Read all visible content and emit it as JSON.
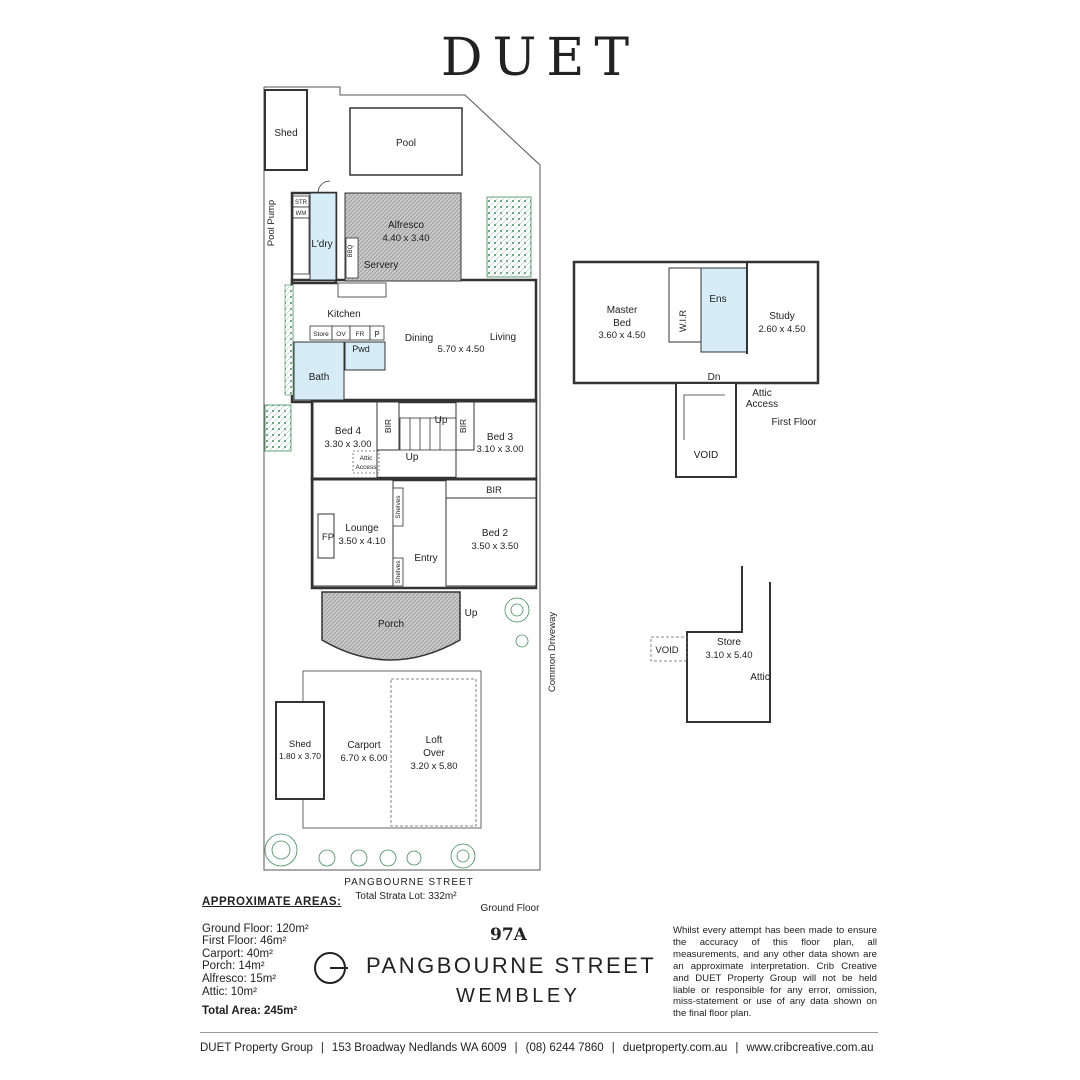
{
  "brand": {
    "logo_text": "DUET"
  },
  "plan": {
    "rooms": {
      "shed_rear": "Shed",
      "pool": "Pool",
      "pool_pump": "Pool Pump",
      "laundry": "L'dry",
      "str": "STR",
      "wm": "WM",
      "bbq": "BBQ",
      "alfresco_name": "Alfresco",
      "alfresco_dim": "4.40 x 3.40",
      "servery": "Servery",
      "kitchen": "Kitchen",
      "store": "Store",
      "ov": "OV",
      "fr": "FR",
      "p": "P",
      "pwd": "Pwd",
      "bath": "Bath",
      "dining": "Dining",
      "living": "Living",
      "dining_dim": "5.70 x 4.50",
      "bed4_name": "Bed 4",
      "bed4_dim": "3.30 x 3.00",
      "bir": "BIR",
      "up": "Up",
      "attic_access_small": "Attic Access",
      "bed3_name": "Bed 3",
      "bed3_dim": "3.10 x 3.00",
      "lounge_name": "Lounge",
      "lounge_dim": "3.50 x 4.10",
      "fp": "FP",
      "shelves": "Shelves",
      "entry": "Entry",
      "bed2_name": "Bed 2",
      "bed2_dim": "3.50 x 3.50",
      "porch": "Porch",
      "common_driveway": "Common Driveway",
      "shed_front_name": "Shed",
      "shed_front_dim": "1.80 x 3.70",
      "carport_name": "Carport",
      "carport_dim": "6.70 x 6.00",
      "loft_name_1": "Loft",
      "loft_name_2": "Over",
      "loft_dim": "3.20 x 5.80",
      "street_label": "PANGBOURNE STREET",
      "strata_lot": "Total Strata Lot: 332m²",
      "ground_floor": "Ground Floor",
      "master_name_1": "Master",
      "master_name_2": "Bed",
      "master_dim": "3.60 x 4.50",
      "wir": "W.I.R",
      "ens": "Ens",
      "study_name": "Study",
      "study_dim": "2.60 x 4.50",
      "dn": "Dn",
      "attic_access_1": "Attic",
      "attic_access_2": "Access",
      "first_floor": "First Floor",
      "void": "VOID",
      "store_name": "Store",
      "store_dim": "3.10 x 5.40",
      "attic": "Attic"
    }
  },
  "areas": {
    "heading": "APPROXIMATE AREAS:",
    "rows": [
      "Ground Floor: 120m²",
      "First Floor: 46m²",
      "Carport: 40m²",
      "Porch: 14m²",
      "Alfresco: 15m²",
      "Attic: 10m²"
    ],
    "total": "Total Area: 245m²"
  },
  "address": {
    "unit": "97A",
    "street": "PANGBOURNE STREET",
    "suburb": "WEMBLEY"
  },
  "disclaimer": "Whilst every attempt has been made to ensure the accuracy of this floor plan, all measurements, and any other data shown are an approximate interpretation. Crib Creative and DUET Property Group will not be held liable or responsible for any error, omission, miss-statement or use of any data shown on the final floor plan.",
  "footer": {
    "company": "DUET Property Group",
    "address": "153 Broadway Nedlands WA 6009",
    "phone": "(08) 6244 7860",
    "web1": "duetproperty.com.au",
    "web2": "www.cribcreative.com.au"
  },
  "colors": {
    "hatch": "#9a9a9a",
    "wet_area": "#d6ecf7",
    "garden": "#3f8d5b",
    "wall": "#333333"
  }
}
